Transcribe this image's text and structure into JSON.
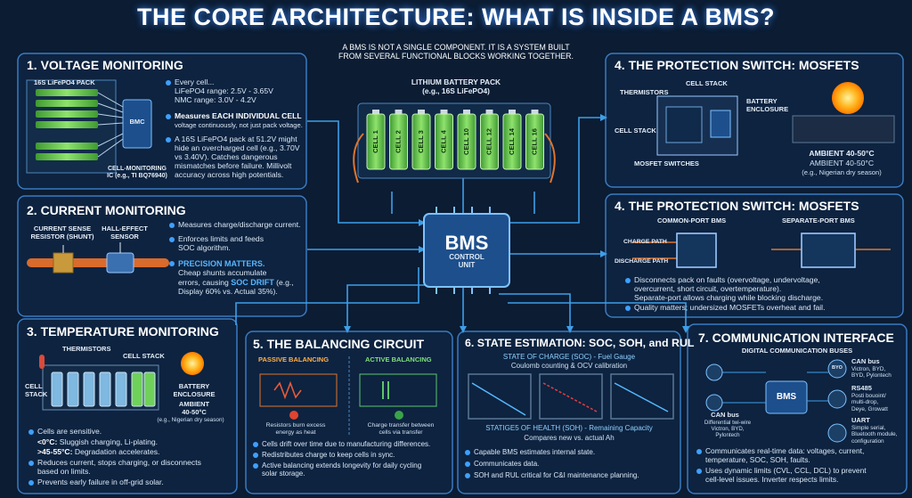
{
  "title": "THE CORE ARCHITECTURE: WHAT IS INSIDE A BMS?",
  "intro": "A BMS IS NOT A SINGLE COMPONENT. IT IS A SYSTEM BUILT\nFROM SEVERAL FUNCTIONAL BLOCKS WORKING TOGETHER.",
  "center": {
    "pack_label": "LITHIUM BATTERY PACK\n(e.g., 16S LiFePO4)",
    "cells": [
      "CELL 1",
      "CELL 2",
      "CELL 3",
      "CELL 4",
      "CELL 10",
      "CELL 12",
      "CELL 14",
      "CELL 16"
    ],
    "bms_title": "BMS",
    "bms_sub": "CONTROL\nUNIT"
  },
  "voltage": {
    "title": "1. VOLTAGE MONITORING",
    "pack_label": "16S LiFePO4 PACK",
    "chip_label": "BMC",
    "ic_label": "CELL-MONITORING\nIC (e.g., TI BQ76940)",
    "b1": "Every cell...\nLiFePO4 range: 2.5V - 3.65V\nNMC range: 3.0V - 4.2V",
    "b2_strong": "Measures EACH INDIVIDUAL CELL",
    "b2_rest": "voltage continuously, not just pack voltage.",
    "b3": "A 16S LiFePO4 pack at 51.2V might\nhide an overcharged cell (e.g., 3.70V\nvs 3.40V). Catches dangerous\nmismatches before failure. Millivolt\naccuracy across high potentials."
  },
  "current": {
    "title": "2. CURRENT MONITORING",
    "shunt_label": "CURRENT SENSE\nRESISTOR (SHUNT)",
    "hall_label": "HALL-EFFECT\nSENSOR",
    "b1": "Measures charge/discharge current.",
    "b2": "Enforces limits and feeds\nSOC algorithm.",
    "precision": "PRECISION MATTERS.",
    "b3a": "Cheap shunts accumulate\nerrors, causing ",
    "b3_strong": "SOC DRIFT",
    "b3b": " (e.g.,\nDisplay 60% vs. Actual 35%)."
  },
  "temperature": {
    "title": "3. TEMPERATURE MONITORING",
    "thermistors": "THERMISTORS",
    "cell_stack_top": "CELL STACK",
    "cell_stack_side": "CELL\nSTACK",
    "enclosure": "BATTERY\nENCLOSURE",
    "ambient": "AMBIENT\n40-50°C",
    "ambient_note": "(e.g., Nigerian dry season)",
    "b1": "Cells are sensitive.",
    "b2_strong": "<0°C:",
    "b2": " Sluggish charging, Li-plating.",
    "b3_strong": ">45-55°C:",
    "b3": " Degradation accelerates.",
    "b4": "Reduces current, stops charging, or disconnects\nbased on limits.",
    "b5": "Prevents early failure in off-grid solar."
  },
  "protection_top": {
    "title": "4. THE PROTECTION SWITCH: MOSFETS",
    "thermistors": "THERMISTORS",
    "cell_stack_top": "CELL STACK",
    "battery_enclosure": "BATTERY\nENCLOSURE",
    "cell_stack_left": "CELL STACK",
    "mosfet_switches": "MOSFET SWITCHES",
    "ambient_bold": "AMBIENT 40-50°C",
    "ambient_plain": "AMBIENT 40-50°C",
    "ambient_note": "(e.g., Nigerian dry season)"
  },
  "protection": {
    "title": "4. THE PROTECTION SWITCH: MOSFETS",
    "common_port": "COMMON-PORT BMS",
    "separate_port": "SEPARATE-PORT BMS",
    "charge_path": "CHARGE PATH",
    "discharge_path": "DISCHARGE PATH",
    "b1": "Disconnects pack on faults (overvoltage, undervoltage,\novercurrent, short circuit, overtemperature).\nSeparate-port allows charging while blocking discharge.",
    "b2": "Quality matters; undersized MOSFETs overheat and fail."
  },
  "balancing": {
    "title": "5. THE BALANCING CIRCUIT",
    "passive": "PASSIVE BALANCING",
    "active": "ACTIVE BALANCING",
    "passive_caption": "Resistors burn excess\nenergy as heat",
    "active_caption": "Charge transfer between\ncells via transfer",
    "b1": "Cells drift over time due to manufacturing differences.",
    "b2": "Redistributes charge to keep cells in sync.",
    "b3": "Active balancing extends longevity for daily cycling\nsolar storage."
  },
  "estimation": {
    "title": "6. STATE ESTIMATION: SOC, SOH, and RUL",
    "soc_title": "STATE OF CHARGE (SOC) - Fuel Gauge",
    "soc_sub": "Coulomb counting & OCV calibration",
    "soh_title": "STATIGE5 OF HEALTH (SOH) - Remaining Capacity",
    "soh_sub": "Compares new vs. actual Ah",
    "b1": "Capable BMS estimates internal state.",
    "b2": "Communicates data.",
    "b3": "SOH and RUL critical for C&I maintenance planning."
  },
  "communication": {
    "title": "7. COMMUNICATION INTERFACE",
    "subtitle": "DIGITAL COMMUNICATION BUSES",
    "bms": "BMS",
    "can1_title": "CAN bus",
    "can1_desc": "Victron, BYD,\nBYD, Pylontech",
    "rs485_title": "RS485",
    "rs485_desc": "Posti bouoint/\nmulti-drop,\nDeye, Growatt",
    "can2_title": "CAN bus",
    "can2_desc": "Differential twi-wire\nVictron, BYD,\nPylontech",
    "uart_title": "UART",
    "uart_desc": "Simple serial,\nBluetooth module,\nconfiguration",
    "byo": "BYO",
    "b1": "Communicates real-time data: voltages, current,\ntemperature, SOC, SOH, faults.",
    "b2": "Uses dynamic limits (CVL, CCL, DCL) to prevent\ncell-level issues. Inverter respects limits."
  },
  "colors": {
    "accent": "#3ea0ff",
    "cell": "#6fd15a",
    "bg": "#0b1c33"
  }
}
